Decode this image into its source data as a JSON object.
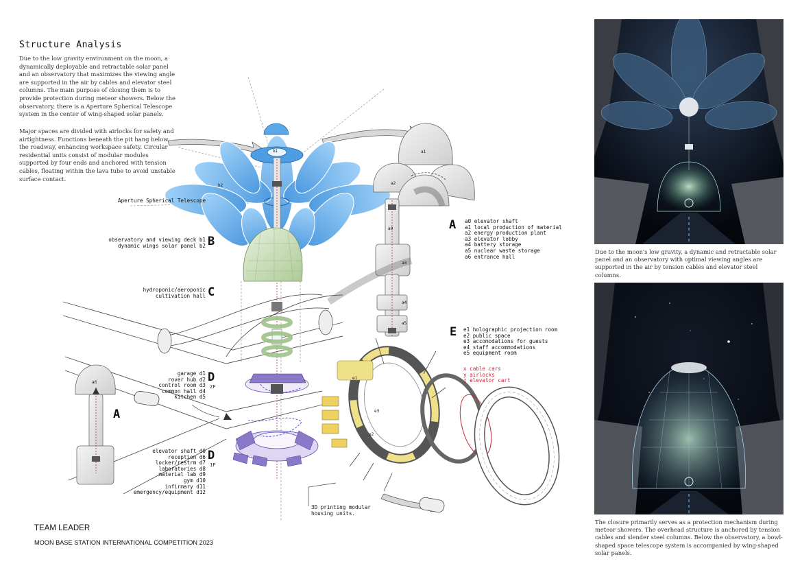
{
  "title": "Structure Analysis",
  "intro": {
    "p1": "Due to the low gravity environment on the moon, a dynamically deployable and retractable solar panel and an observatory that maximizes the viewing angle are supported in the air by cables and elevator steel columns. The main purpose of closing them is to provide protection during meteor showers. Below the observatory, there is a Aperture Spherical Telescope system in the center of wing-shaped solar panels.",
    "p2": "Major spaces are divided with airlocks for safety and airtightness. Functions beneath the pit hang below the roadway, enhancing workspace safety. Circular residential units consist of modular modules supported by four ends and anchored with tension cables, floating within the lava tube to avoid unstable surface contact."
  },
  "diagram": {
    "telescope_label": "Aperture Spherical Telescope",
    "labels_B": [
      "observatory and viewing deck b1",
      "dynamic wings solar panel b2"
    ],
    "letter_B": "B",
    "labels_C": [
      "hydroponic/aeroponic",
      "cultivation hall"
    ],
    "letter_C": "C",
    "labels_D2": [
      "garage d1",
      "rover hub d2",
      "control room d3",
      "common hall d4",
      "kitchen d5"
    ],
    "letter_D2": "D",
    "floor_2F": "2F",
    "labels_D1": [
      "elevator shaft d0",
      "reception d6",
      "locker/restrm d7",
      "laboratories d8",
      "material lab d9",
      "gym d10",
      "infirmary d11",
      "emergency/equipment d12"
    ],
    "letter_D1": "D",
    "floor_1F": "1F",
    "letter_A_left": "A",
    "letter_A": "A",
    "labels_A": [
      "a0 elevator shaft",
      "a1 local production of material",
      "a2 energy production plant",
      "a3 elevator lobby",
      "a4 battery storage",
      "a5 nuclear waste storage",
      "a6 entrance hall"
    ],
    "letter_E": "E",
    "labels_E": [
      "e1 holographic projection room",
      "e2 public space",
      "e3 accomodations for guests",
      "e4 staff accommodations",
      "e5 equipment room"
    ],
    "legend_xyz": [
      "x cable cars",
      "y airlocks",
      "z elevator cart"
    ],
    "printing_note": [
      "3D printing modular",
      "housing units."
    ],
    "tags": {
      "b1": "b1",
      "b2": "b2",
      "a1": "a1",
      "a2": "a2",
      "a6": "a6",
      "a0": "a0",
      "a3": "a3",
      "a4": "a4",
      "a5": "a5",
      "e1": "e1",
      "e2": "e2",
      "e3": "e3"
    }
  },
  "footer": {
    "team": "TEAM LEADER",
    "competition": "MOON BASE STATION INTERNATIONAL COMPETITION 2023"
  },
  "captions": {
    "top": "Due to the moon's low gravity, a dynamic and retractable solar panel and an observatory with optimal viewing angles are supported in the air by tension cables and elevator steel columns.",
    "bottom": "The closure primarily serves as a protection mechanism during meteor showers. The overhead structure is anchored by tension cables and slender steel columns. Below the observatory, a bowl-shaped space telescope system is accompanied by wing-shaped solar panels."
  },
  "colors": {
    "solar_blue": "#5aa8e8",
    "dome_green": "#c9ddb8",
    "module_purple": "#8a78c8",
    "ring_yellow": "#efe08a",
    "accent_red": "#c0283a"
  }
}
